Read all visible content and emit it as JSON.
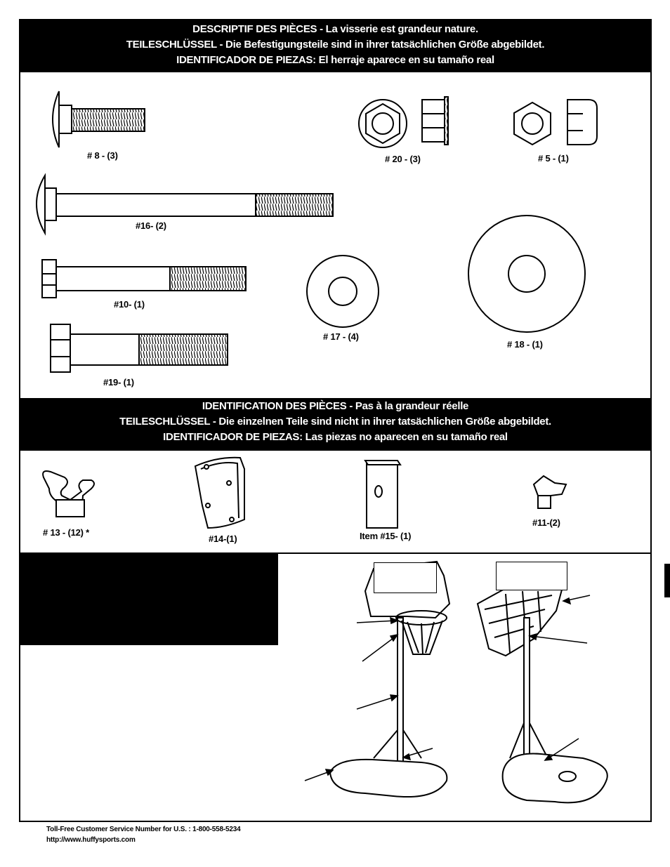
{
  "header_top": {
    "line1": "DESCRIPTIF DES PIÈCES - La visserie est grandeur nature.",
    "line2": "TEILESCHLÜSSEL - Die Befestigungsteile sind in ihrer tatsächlichen Größe abgebildet.",
    "line3": "IDENTIFICADOR DE PIEZAS: El herraje aparece en su tamaño real"
  },
  "hardware_labels": {
    "p8": "# 8 - (3)",
    "p20": "# 20 - (3)",
    "p5": "# 5 - (1)",
    "p16": "#16- (2)",
    "p10": "#10-  (1)",
    "p17": "# 17 - (4)",
    "p18": "# 18 - (1)",
    "p19": "#19-  (1)"
  },
  "header_mid": {
    "line1": "IDENTIFICATION DES PIÈCES - Pas à la grandeur réelle",
    "line2": "TEILESCHLÜSSEL - Die einzelnen Teile sind nicht in ihrer tatsächlichen Größe abgebildet.",
    "line3": "IDENTIFICADOR DE PIEZAS: Las piezas no aparecen en su tamaño real"
  },
  "part_labels": {
    "p13": "# 13 - (12) *",
    "p14": "#14-(1)",
    "p15": "Item #15- (1)",
    "p11": "#11-(2)"
  },
  "footer": {
    "phone": "Toll-Free Customer Service Number for U.S. : 1-800-558-5234",
    "url": "http://www.huffysports.com"
  }
}
